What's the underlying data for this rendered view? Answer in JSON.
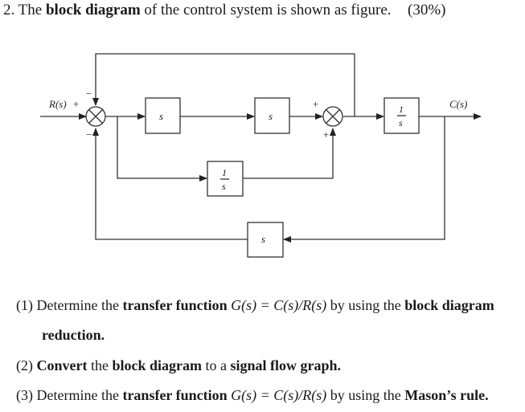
{
  "header": {
    "num": "2.",
    "pre": "The",
    "bold": "block diagram",
    "post": "of the control system is shown as figure.",
    "percent": "(30%)"
  },
  "diagram": {
    "input_label": "R(s)",
    "output_label": "C(s)",
    "block_top1": "s",
    "block_top2": "s",
    "block_out_num": "1",
    "block_out_den": "s",
    "block_mid_num": "1",
    "block_mid_den": "s",
    "block_bottom": "s",
    "sign_plus": "+",
    "sign_minus": "−"
  },
  "questions": [
    {
      "pre": "(1) Determine the ",
      "b1": "transfer function",
      "formula": "G(s) = C(s)/R(s)",
      "mid": " by using the ",
      "b2": "block diagram",
      "cont": "reduction."
    },
    {
      "pre": "(2) ",
      "b1": "Convert",
      "mid": " the ",
      "b2": "block diagram",
      "mid2": " to a ",
      "b3": "signal flow graph."
    },
    {
      "pre": "(3) Determine the ",
      "b1": "transfer function",
      "formula": "G(s) = C(s)/R(s)",
      "mid": " by using the ",
      "b2": "Mason’s rule."
    }
  ]
}
